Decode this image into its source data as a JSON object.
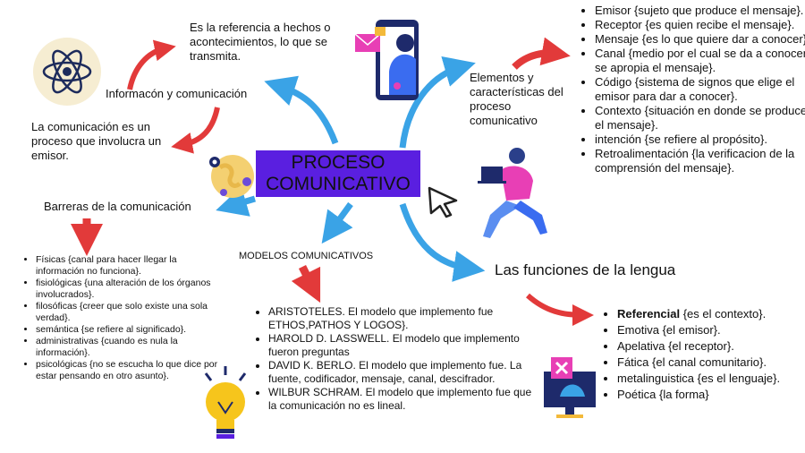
{
  "center": {
    "line1": "PROCESO",
    "line2": "COMUNICATIVO"
  },
  "info": {
    "label": "Informacón y comunicación",
    "reference": "Es la referencia a hechos o acontecimientos, lo que se transmita.",
    "process": "La comunicación es un proceso que involucra un emisor."
  },
  "elements": {
    "label": "Elementos y características del proceso comunicativo",
    "items": [
      "Emisor {sujeto que produce el mensaje}.",
      "Receptor {es quien recibe el mensaje}.",
      "Mensaje {es lo que quiere dar a conocer}.",
      "Canal {medio por el cual se da a conocer y se apropia el mensaje}.",
      "Código {sistema de signos que elige el emisor para dar a conocer}.",
      "Contexto {situación en donde se produce el mensaje}.",
      "intención {se refiere al propósito}.",
      "Retroalimentación {la verificacion de la comprensión del mensaje}."
    ]
  },
  "barriers": {
    "label": "Barreras de la comunicación",
    "items": [
      "Físicas {canal para hacer llegar la información no funciona}.",
      "fisiológicas {una alteración de los órganos involucrados}.",
      "filosóficas {creer que solo existe una sola verdad}.",
      "semántica {se refiere al significado}.",
      "administrativas {cuando es nula la información}.",
      "psicológicas {no se escucha lo que dice por estar pensando en otro asunto}."
    ]
  },
  "models": {
    "label": "MODELOS COMUNICATIVOS",
    "items": [
      "ARISTOTELES. El modelo que implemento fue ETHOS,PATHOS Y LOGOS}.",
      "HAROLD D. LASSWELL. El modelo que implemento fueron preguntas",
      "DAVID K. BERLO. El modelo que implemento fue. La fuente, codificador, mensaje, canal, descifrador.",
      "WILBUR SCHRAM. El modelo que implemento fue que la comunicación no es lineal."
    ]
  },
  "functions": {
    "label": "Las funciones de la lengua",
    "items": [
      {
        "bold": "Referencial",
        "rest": " {es el contexto}."
      },
      {
        "bold": "",
        "rest": "Emotiva {el emisor}."
      },
      {
        "bold": "",
        "rest": "Apelativa {el receptor}."
      },
      {
        "bold": "",
        "rest": "Fática {el canal comunitario}."
      },
      {
        "bold": "",
        "rest": "metalinguistica {es el lenguaje}."
      },
      {
        "bold": "",
        "rest": "Poética {la forma}"
      }
    ]
  },
  "colors": {
    "blue_arrow": "#3aa3e6",
    "red_arrow": "#e23a3a",
    "center_bg": "#5a1fe0"
  },
  "icons": [
    "atom-icon",
    "phone-person-illustration",
    "globe-icon",
    "cursor-icon",
    "person-laptop-illustration",
    "lightbulb-icon",
    "monitor-icon"
  ]
}
